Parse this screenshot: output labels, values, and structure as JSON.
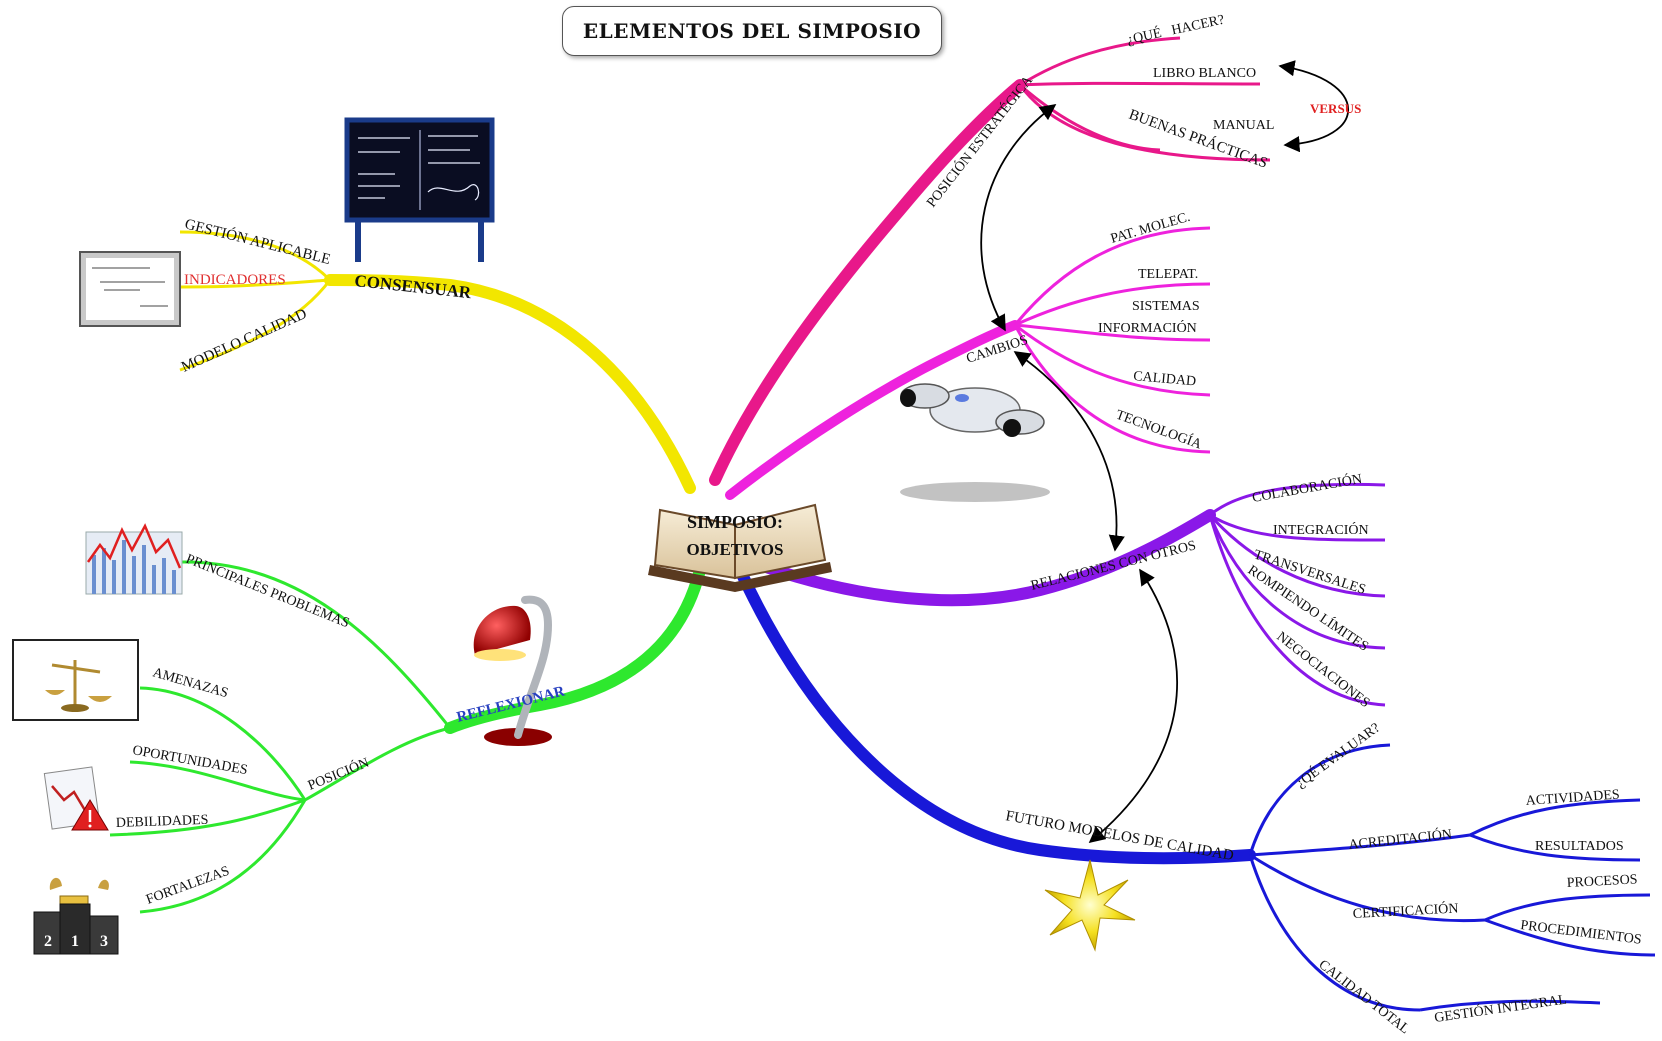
{
  "title": "ELEMENTOS DEL SIMPOSIO",
  "center": {
    "line1": "SIMPOSIO:",
    "line2": "OBJETIVOS"
  },
  "colors": {
    "consensuar": "#f2e600",
    "estrategica": "#e8188a",
    "cambios": "#ee22dd",
    "relaciones": "#8a18e8",
    "futuro": "#1818d8",
    "reflexionar": "#2ee82e",
    "versus": "#e02020",
    "indicadores": "#e03030",
    "reflexionar_label": "#2840c0"
  },
  "branches": {
    "consensuar": {
      "label": "CONSENSUAR",
      "children": [
        "GESTIÓN APLICABLE",
        "INDICADORES",
        "MODELO CALIDAD"
      ]
    },
    "estrategica": {
      "label": "POSICIÓN ESTRATÉGICA",
      "children": [
        "¿QUÉ   HACER?",
        "LIBRO BLANCO",
        "MANUAL",
        "BUENAS PRÁCTICAS"
      ],
      "versus": "VERSUS"
    },
    "cambios": {
      "label": "CAMBIOS",
      "children": [
        "PAT. MOLEC.",
        "TELEPAT.",
        "SISTEMAS",
        "INFORMACIÓN",
        "CALIDAD",
        "TECNOLOGÍA"
      ]
    },
    "relaciones": {
      "label": "RELACIONES CON OTROS",
      "children": [
        "COLABORACIÓN",
        "INTEGRACIÓN",
        "TRANSVERSALES",
        "ROMPIENDO LÍMITES",
        "NEGOCIACIONES"
      ]
    },
    "futuro": {
      "label": "FUTURO MODELOS DE CALIDAD",
      "children": [
        "¿QÉ EVALUAR?",
        "ACREDITACIÓN",
        "ACTIVIDADES",
        "RESULTADOS",
        "CERTIFICACIÓN",
        "PROCESOS",
        "PROCEDIMIENTOS",
        "CALIDAD TOTAL",
        "GESTIÓN INTEGRAL"
      ]
    },
    "reflexionar": {
      "label": "REFLEXIONAR",
      "children": [
        "PRINCIPALES PROBLEMAS",
        "POSICIÓN",
        "AMENAZAS",
        "OPORTUNIDADES",
        "DEBILIDADES",
        "FORTALEZAS"
      ]
    }
  },
  "icons": [
    "chalkboard-icon",
    "formula-card-icon",
    "spaceship-icon",
    "desk-lamp-icon",
    "stock-chart-icon",
    "scales-icon",
    "warning-chart-icon",
    "podium-icon",
    "star-burst-icon",
    "open-book-icon"
  ],
  "podium_numbers": [
    "2",
    "1",
    "3"
  ]
}
